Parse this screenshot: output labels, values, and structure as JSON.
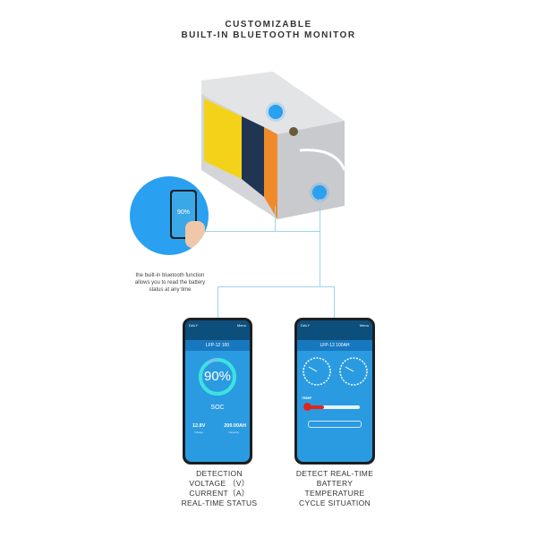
{
  "title": {
    "line1": "CUSTOMIZABLE",
    "line2": "BUILT-IN BLUETOOTH MONITOR"
  },
  "hand_caption": {
    "line1": "the built-in bluetooth function",
    "line2": "allows you to read the battery",
    "line3": "status at any time"
  },
  "hand_phone": {
    "soc": "90%"
  },
  "phone_left": {
    "brand": "DALY",
    "menu": "Menu",
    "model": "LFP-12 100",
    "soc": "90%",
    "soc_label": "SOC",
    "voltage": "12.8V",
    "voltage_label": "Voltage",
    "capacity": "200.00AH",
    "capacity_label": "Capacity",
    "soc_percent": 90
  },
  "phone_right": {
    "brand": "DALY",
    "menu": "Menu",
    "model": "LFP-12 100AH",
    "temp_label": "TEMP"
  },
  "caption_left": [
    "DETECTION",
    "VOLTAGE （V）",
    "CURRENT（A）",
    "REAL-TIME STATUS"
  ],
  "caption_right": [
    "DETECT REAL-TIME",
    "BATTERY",
    "TEMPERATURE",
    "CYCLE SITUATION"
  ],
  "colors": {
    "accent": "#2aa0f0",
    "screen": "#2a9be0",
    "battery_label": "#f4d21a"
  }
}
